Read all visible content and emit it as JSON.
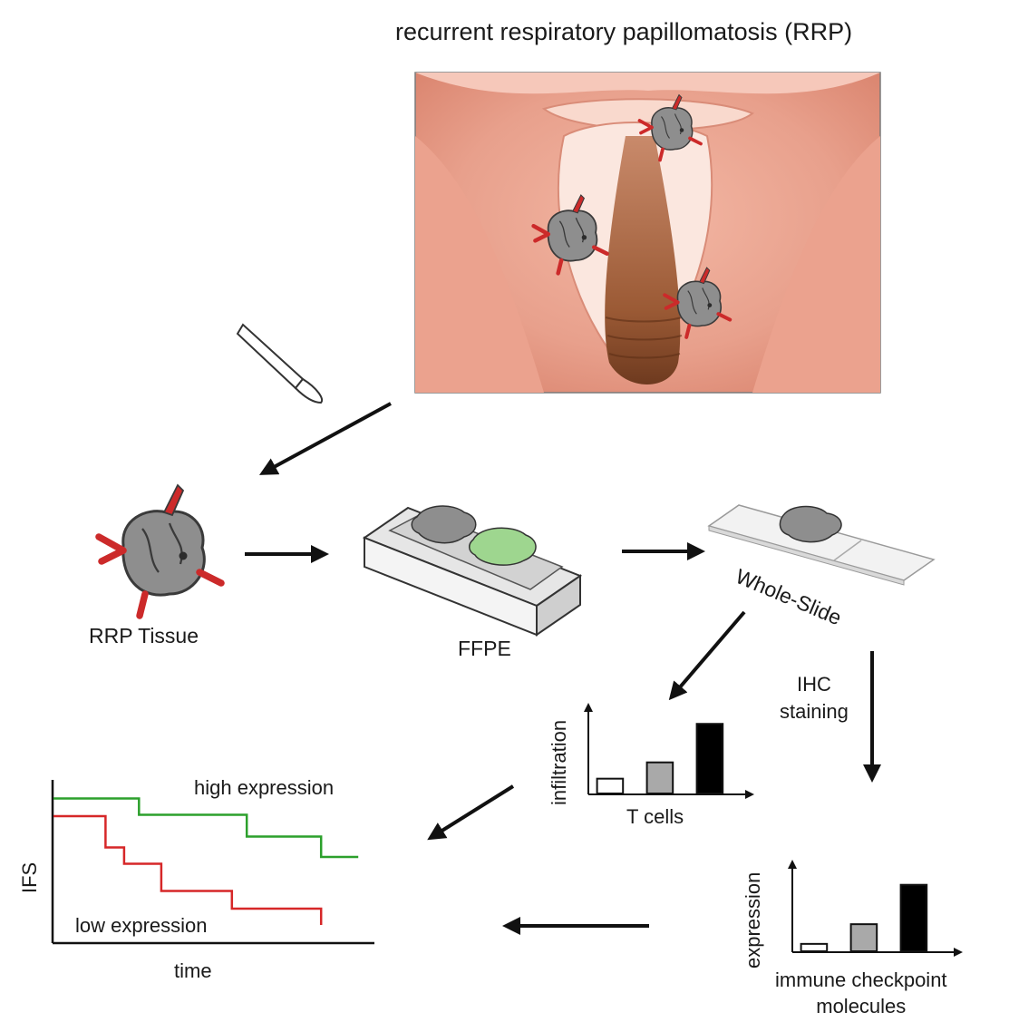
{
  "title": "recurrent respiratory papillomatosis (RRP)",
  "steps": {
    "tissue": "RRP Tissue",
    "ffpe": "FFPE",
    "slide": "Whole-Slide",
    "ihc_line1": "IHC",
    "ihc_line2": "staining"
  },
  "chart_data": [
    {
      "type": "bar",
      "categories": [
        "",
        "",
        ""
      ],
      "values": [
        1,
        2.1,
        4.7
      ],
      "colors": [
        "#ffffff",
        "#a9a9a9",
        "#000000"
      ],
      "xlabel": "T cells",
      "ylabel": "infiltration",
      "ylim": [
        0,
        6
      ]
    },
    {
      "type": "bar",
      "categories": [
        "",
        "",
        ""
      ],
      "values": [
        0.6,
        2.2,
        5.4
      ],
      "colors": [
        "#ffffff",
        "#a9a9a9",
        "#000000"
      ],
      "xlabel_line1": "immune checkpoint",
      "xlabel_line2": "molecules",
      "ylabel": "expression",
      "ylim": [
        0,
        7
      ]
    },
    {
      "type": "line",
      "xlabel": "time",
      "ylabel": "IFS",
      "series": [
        {
          "name": "high expression",
          "color": "#2ca02c",
          "x": [
            0,
            1.15,
            2.6,
            3.6,
            4.1
          ],
          "y": [
            0.93,
            0.81,
            0.65,
            0.5,
            0.5
          ]
        },
        {
          "name": "low expression",
          "color": "#d62728",
          "x": [
            0,
            0.7,
            0.95,
            1.45,
            2.4,
            3.6
          ],
          "y": [
            0.8,
            0.57,
            0.45,
            0.25,
            0.12,
            0.0
          ]
        }
      ]
    }
  ]
}
